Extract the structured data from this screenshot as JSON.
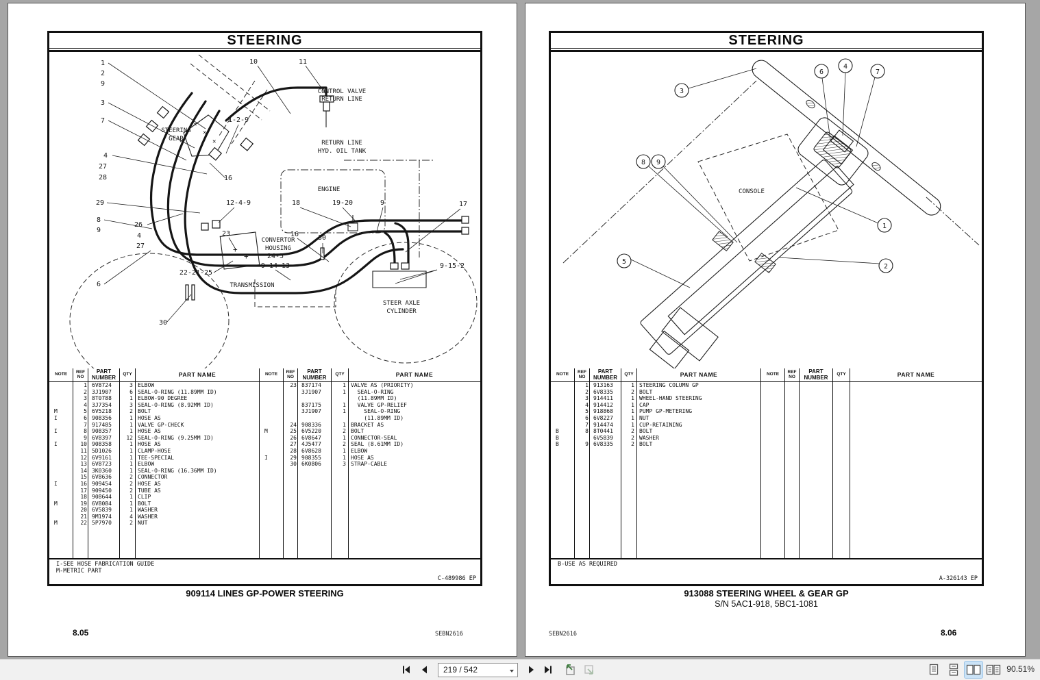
{
  "viewer": {
    "background": "#a6a6a6",
    "toolbar": {
      "page_input": "219 / 542",
      "zoom_text": "90.51%",
      "icons": [
        "first-page",
        "previous-page",
        "next-page",
        "last-page",
        "page-history-back",
        "page-history-forward",
        "single-page-view",
        "continuous-view",
        "facing-view",
        "book-view"
      ],
      "active_view_mode": "facing-view",
      "accent_color": "#cbe3f7"
    }
  },
  "table_headers": {
    "note": "NOTE",
    "ref": "REF NO",
    "part": "PART NUMBER",
    "qty": "QTY",
    "name": "PART NAME"
  },
  "left_page": {
    "title": "STEERING",
    "diagram": {
      "labels": [
        "1",
        "2",
        "9",
        "3",
        "7",
        "4",
        "27",
        "28",
        "29",
        "8",
        "9",
        "26",
        "4",
        "27",
        "6",
        "30",
        "10",
        "11",
        "1-2-9",
        "STEERING",
        "GEAR",
        "16",
        "12-4-9",
        "18",
        "19-20",
        "9",
        "17",
        "23",
        "CONVERTOR",
        "HOUSING",
        "24-5",
        "16",
        "30",
        "22-21-25",
        "9-14-13",
        "TRANSMISSION",
        "9-15-2",
        "STEER AXLE",
        "CYLINDER",
        "CONTROL VALVE",
        "RETURN LINE",
        "RETURN LINE",
        "HYD. OIL TANK",
        "ENGINE"
      ]
    },
    "table": {
      "rows_a": [
        {
          "note": "",
          "ref": "1",
          "part": "6V8724",
          "qty": "3",
          "name": "ELBOW"
        },
        {
          "note": "",
          "ref": "2",
          "part": "3J1907",
          "qty": "6",
          "name": "SEAL-O-RING (11.89MM ID)"
        },
        {
          "note": "",
          "ref": "3",
          "part": "8T0788",
          "qty": "1",
          "name": "ELBOW-90 DEGREE"
        },
        {
          "note": "",
          "ref": "4",
          "part": "3J7354",
          "qty": "3",
          "name": "SEAL-O-RING (8.92MM ID)"
        },
        {
          "note": "M",
          "ref": "5",
          "part": "6V5218",
          "qty": "2",
          "name": "BOLT"
        },
        {
          "note": "I",
          "ref": "6",
          "part": "908356",
          "qty": "1",
          "name": "HOSE AS"
        },
        {
          "note": "",
          "ref": "7",
          "part": "917485",
          "qty": "1",
          "name": "VALVE GP-CHECK"
        },
        {
          "note": "I",
          "ref": "8",
          "part": "908357",
          "qty": "1",
          "name": "HOSE AS"
        },
        {
          "note": "",
          "ref": "9",
          "part": "6V8397",
          "qty": "12",
          "name": "SEAL-O-RING (9.25MM ID)"
        },
        {
          "note": "I",
          "ref": "10",
          "part": "908358",
          "qty": "1",
          "name": "HOSE AS"
        },
        {
          "note": "",
          "ref": "11",
          "part": "5D1026",
          "qty": "1",
          "name": "CLAMP-HOSE"
        },
        {
          "note": "",
          "ref": "12",
          "part": "6V9161",
          "qty": "1",
          "name": "TEE-SPECIAL"
        },
        {
          "note": "",
          "ref": "13",
          "part": "6V8723",
          "qty": "1",
          "name": "ELBOW"
        },
        {
          "note": "",
          "ref": "14",
          "part": "3K0360",
          "qty": "1",
          "name": "SEAL-O-RING (16.36MM ID)"
        },
        {
          "note": "",
          "ref": "15",
          "part": "6V8636",
          "qty": "2",
          "name": "CONNECTOR"
        },
        {
          "note": "I",
          "ref": "16",
          "part": "909454",
          "qty": "2",
          "name": "HOSE AS"
        },
        {
          "note": "",
          "ref": "17",
          "part": "909450",
          "qty": "2",
          "name": "TUBE AS"
        },
        {
          "note": "",
          "ref": "18",
          "part": "908644",
          "qty": "1",
          "name": "CLIP"
        },
        {
          "note": "M",
          "ref": "19",
          "part": "6V8084",
          "qty": "1",
          "name": "BOLT"
        },
        {
          "note": "",
          "ref": "20",
          "part": "6V5839",
          "qty": "1",
          "name": "WASHER"
        },
        {
          "note": "",
          "ref": "21",
          "part": "9M1974",
          "qty": "4",
          "name": "WASHER"
        },
        {
          "note": "M",
          "ref": "22",
          "part": "5P7970",
          "qty": "2",
          "name": "NUT"
        }
      ],
      "rows_b": [
        {
          "note": "",
          "ref": "23",
          "part": "837174",
          "qty": "1",
          "name": "VALVE AS (PRIORITY)"
        },
        {
          "note": "",
          "ref": "",
          "part": "3J1907",
          "qty": "1",
          "name": "  SEAL-O-RING"
        },
        {
          "note": "",
          "ref": "",
          "part": "",
          "qty": "",
          "name": "  (11.89MM ID)"
        },
        {
          "note": "",
          "ref": "",
          "part": "837175",
          "qty": "1",
          "name": "  VALVE GP-RELIEF"
        },
        {
          "note": "",
          "ref": "",
          "part": "3J1907",
          "qty": "1",
          "name": "    SEAL-O-RING"
        },
        {
          "note": "",
          "ref": "",
          "part": "",
          "qty": "",
          "name": "    (11.89MM ID)"
        },
        {
          "note": "",
          "ref": "24",
          "part": "908336",
          "qty": "1",
          "name": "BRACKET AS"
        },
        {
          "note": "M",
          "ref": "25",
          "part": "6V5220",
          "qty": "2",
          "name": "BOLT"
        },
        {
          "note": "",
          "ref": "26",
          "part": "6V8647",
          "qty": "1",
          "name": "CONNECTOR-SEAL"
        },
        {
          "note": "",
          "ref": "27",
          "part": "4J5477",
          "qty": "2",
          "name": "SEAL (8.61MM ID)"
        },
        {
          "note": "",
          "ref": "28",
          "part": "6V8628",
          "qty": "1",
          "name": "ELBOW"
        },
        {
          "note": "I",
          "ref": "29",
          "part": "908355",
          "qty": "1",
          "name": "HOSE AS"
        },
        {
          "note": "",
          "ref": "30",
          "part": "6K0806",
          "qty": "3",
          "name": "STRAP-CABLE"
        }
      ]
    },
    "footnotes": [
      "I-SEE HOSE FABRICATION GUIDE",
      "M-METRIC PART"
    ],
    "drawing_ref": "C-489986 EP",
    "caption": "909114 LINES GP-POWER STEERING",
    "page_number": "8.05",
    "manual_code": "SEBN2616"
  },
  "right_page": {
    "title": "STEERING",
    "diagram": {
      "callouts": [
        "3",
        "6",
        "4",
        "7",
        "8",
        "9",
        "5",
        "1",
        "2"
      ],
      "labels": [
        "CONSOLE"
      ]
    },
    "table": {
      "rows_a": [
        {
          "note": "",
          "ref": "1",
          "part": "913163",
          "qty": "1",
          "name": "STEERING COLUMN GP"
        },
        {
          "note": "",
          "ref": "2",
          "part": "6V8335",
          "qty": "2",
          "name": "BOLT"
        },
        {
          "note": "",
          "ref": "3",
          "part": "914411",
          "qty": "1",
          "name": "WHEEL-HAND STEERING"
        },
        {
          "note": "",
          "ref": "4",
          "part": "914412",
          "qty": "1",
          "name": "CAP"
        },
        {
          "note": "",
          "ref": "5",
          "part": "918868",
          "qty": "1",
          "name": "PUMP GP-METERING"
        },
        {
          "note": "",
          "ref": "6",
          "part": "6V8227",
          "qty": "1",
          "name": "NUT"
        },
        {
          "note": "",
          "ref": "7",
          "part": "914474",
          "qty": "1",
          "name": "CUP-RETAINING"
        },
        {
          "note": "B",
          "ref": "8",
          "part": "8T0441",
          "qty": "2",
          "name": "BOLT"
        },
        {
          "note": "B",
          "ref": "",
          "part": "6V5839",
          "qty": "2",
          "name": "WASHER"
        },
        {
          "note": "B",
          "ref": "9",
          "part": "6V8335",
          "qty": "2",
          "name": "BOLT"
        }
      ],
      "rows_b": []
    },
    "footnotes": [
      "B-USE AS REQUIRED"
    ],
    "drawing_ref": "A-326143 EP",
    "caption": "913088 STEERING WHEEL & GEAR GP",
    "caption_sub": "S/N 5AC1-918, 5BC1-1081",
    "page_number": "8.06",
    "manual_code": "SEBN2616"
  }
}
